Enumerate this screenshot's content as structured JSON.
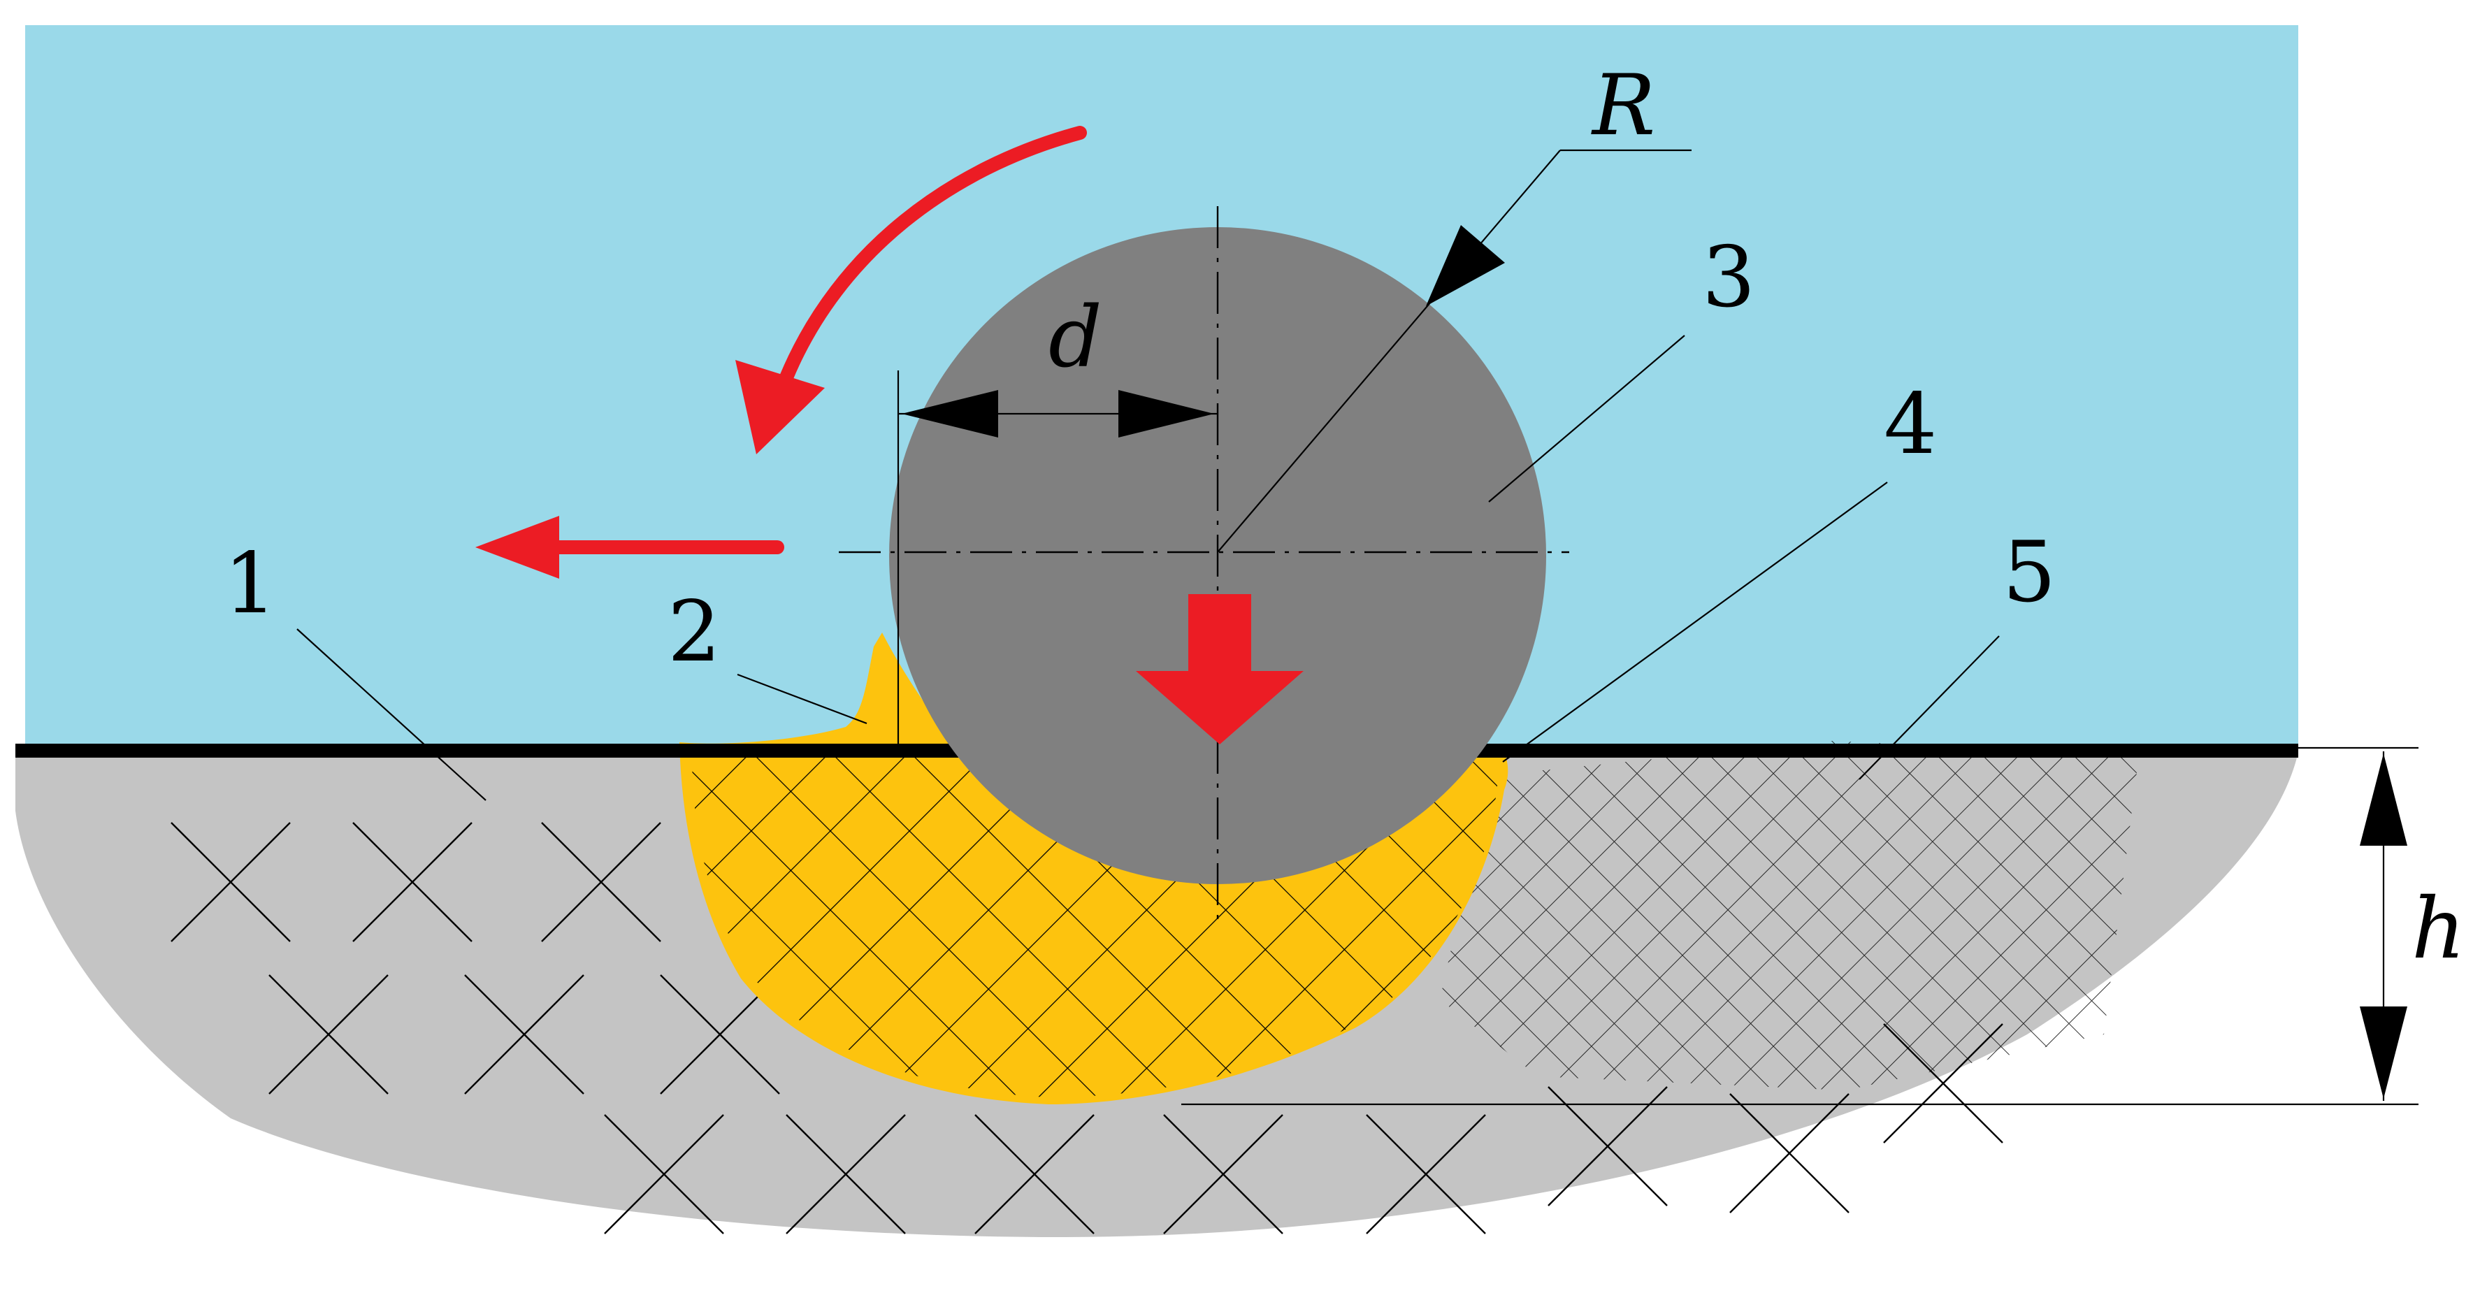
{
  "labels": {
    "workpiece": "1",
    "bulge": "2",
    "roller": "3",
    "deformed_zone": "4",
    "hardened_zone": "5",
    "radius": "R",
    "offset": "d",
    "depth": "h"
  },
  "colors": {
    "medium": "#9ad9e9",
    "workpiece": "#c4c4c4",
    "roller": "#808080",
    "deformation": "#fdc30e",
    "arrows": "#ec1c24",
    "lines": "#000000"
  }
}
